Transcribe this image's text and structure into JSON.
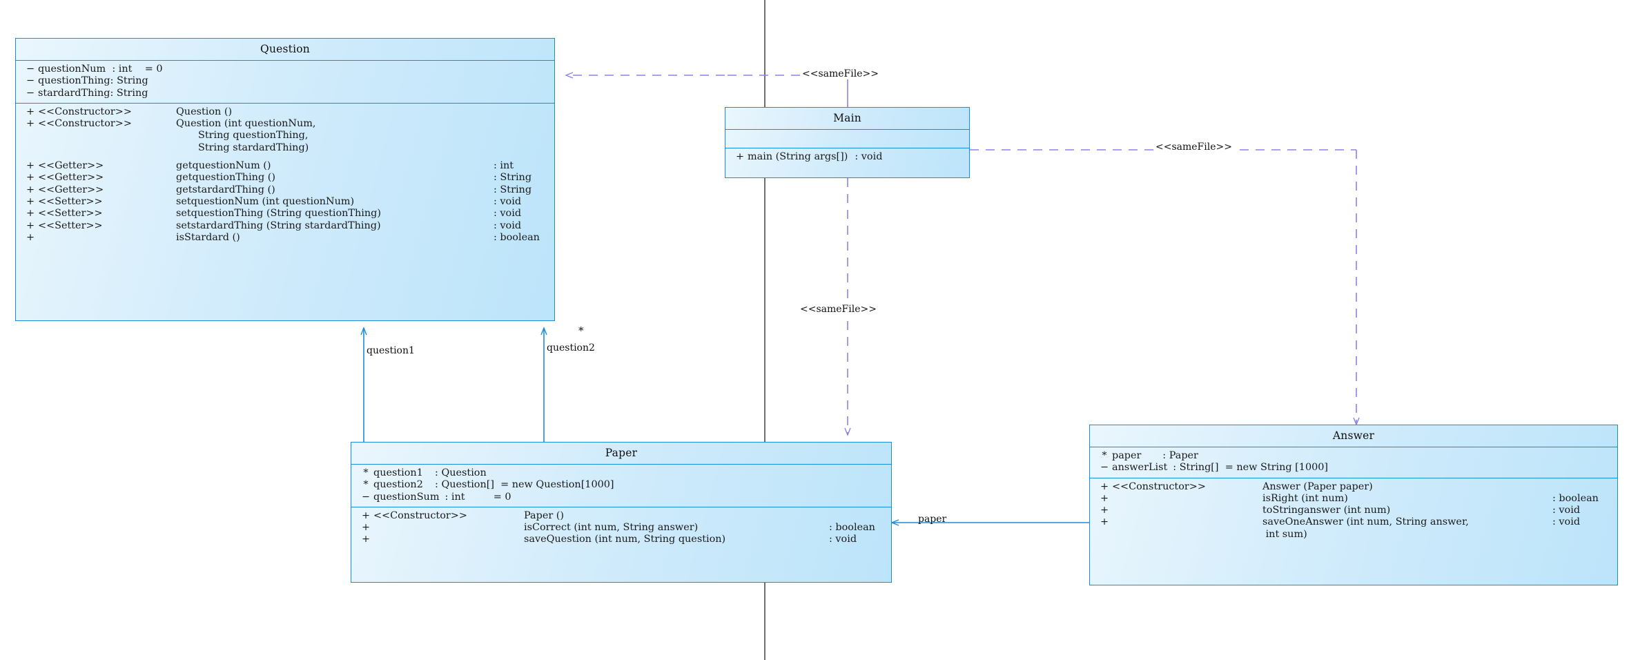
{
  "diagram": {
    "kind": "uml-class-diagram",
    "accent_border": "#1a8cde",
    "fill_light": "#eaf6fd",
    "fill_dark": "#bce4fa",
    "dependency_color": "#8b82e8",
    "association_color": "#1a8cde"
  },
  "classes": {
    "question": {
      "title": "Question",
      "attributes": [
        {
          "vis": "−",
          "name": "questionNum  ",
          "type": ": int",
          "init": "    = 0"
        },
        {
          "vis": "−",
          "name": "questionThing",
          "type": ": String",
          "init": ""
        },
        {
          "vis": "−",
          "name": "stardardThing",
          "type": ": String",
          "init": ""
        }
      ],
      "operations": [
        {
          "vis": "+",
          "stereo": "<<Constructor>>",
          "sig": "Question ()",
          "ret": ""
        },
        {
          "vis": "+",
          "stereo": "<<Constructor>>",
          "sig": "Question (int questionNum,",
          "ret": ""
        },
        {
          "vis": "",
          "stereo": "",
          "sig": "       String questionThing,",
          "ret": ""
        },
        {
          "vis": "",
          "stereo": "",
          "sig": "       String stardardThing)",
          "ret": ""
        },
        {
          "vis": "+",
          "stereo": "<<Getter>>",
          "sig": "getquestionNum ()",
          "ret": ": int"
        },
        {
          "vis": "+",
          "stereo": "<<Getter>>",
          "sig": "getquestionThing ()",
          "ret": ": String"
        },
        {
          "vis": "+",
          "stereo": "<<Getter>>",
          "sig": "getstardardThing ()",
          "ret": ": String"
        },
        {
          "vis": "+",
          "stereo": "<<Setter>>",
          "sig": "setquestionNum (int questionNum)",
          "ret": ": void"
        },
        {
          "vis": "+",
          "stereo": "<<Setter>>",
          "sig": "setquestionThing (String questionThing)",
          "ret": ": void"
        },
        {
          "vis": "+",
          "stereo": "<<Setter>>",
          "sig": "setstardardThing (String stardardThing)",
          "ret": ": void"
        },
        {
          "vis": "+",
          "stereo": "",
          "sig": "isStardard ()",
          "ret": ": boolean"
        }
      ]
    },
    "main": {
      "title": "Main",
      "attributes": [],
      "operations": [
        {
          "vis": "+",
          "stereo": "",
          "sig": "main (String args[])",
          "ret": ": void"
        }
      ]
    },
    "paper": {
      "title": "Paper",
      "attributes": [
        {
          "vis": "*",
          "name": "question1  ",
          "type": ": Question",
          "init": ""
        },
        {
          "vis": "*",
          "name": "question2  ",
          "type": ": Question[]",
          "init": "  = new Question[1000]"
        },
        {
          "vis": "−",
          "name": "questionSum",
          "type": ": int",
          "init": "         = 0"
        }
      ],
      "operations": [
        {
          "vis": "+",
          "stereo": "<<Constructor>>",
          "sig": "Paper ()",
          "ret": ""
        },
        {
          "vis": "+",
          "stereo": "",
          "sig": "isCorrect (int num, String answer)",
          "ret": ": boolean"
        },
        {
          "vis": "+",
          "stereo": "",
          "sig": "saveQuestion (int num, String question)",
          "ret": ": void"
        }
      ]
    },
    "answer": {
      "title": "Answer",
      "attributes": [
        {
          "vis": "*",
          "name": "paper     ",
          "type": ": Paper",
          "init": ""
        },
        {
          "vis": "−",
          "name": "answerList",
          "type": ": String[]",
          "init": "  = new String [1000]"
        }
      ],
      "operations": [
        {
          "vis": "+",
          "stereo": "<<Constructor>>",
          "sig": "Answer (Paper paper)",
          "ret": ""
        },
        {
          "vis": "+",
          "stereo": "",
          "sig": "isRight (int num)",
          "ret": ": boolean"
        },
        {
          "vis": "+",
          "stereo": "",
          "sig": "toStringanswer (int num)",
          "ret": ": void"
        },
        {
          "vis": "+",
          "stereo": "",
          "sig": "saveOneAnswer (int num, String answer,",
          "ret": ": void"
        },
        {
          "vis": "",
          "stereo": "",
          "sig": " int sum)",
          "ret": ""
        }
      ]
    }
  },
  "relations": {
    "dep_main_question": "<<sameFile>>",
    "dep_main_answer": "<<sameFile>>",
    "dep_main_paper": "<<sameFile>>",
    "role_question1": "question1",
    "role_question2": "question2",
    "mult_question2": "*",
    "role_paper": "paper"
  }
}
